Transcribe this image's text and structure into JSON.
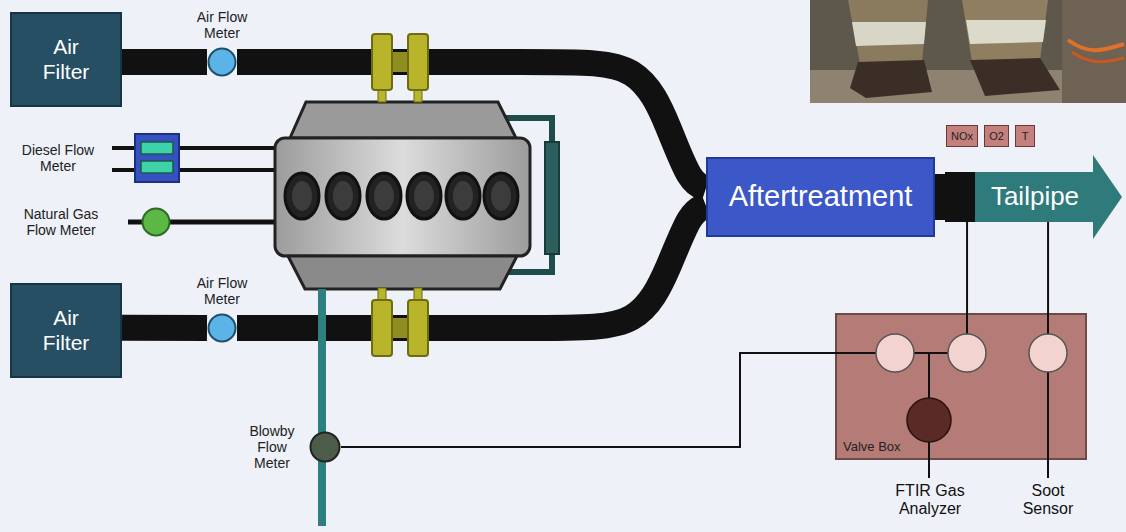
{
  "diagram": {
    "nodes": [
      {
        "text": [
          "Air Filter"
        ]
      },
      {
        "text": [
          "Air Flow Meter"
        ]
      },
      {
        "text": [
          "Diesel Flow Meter"
        ]
      },
      {
        "text": [
          "Natural Gas Flow Meter"
        ]
      },
      {
        "text": [
          "Air Filter"
        ]
      },
      {
        "text": [
          "Air Flow Meter"
        ]
      },
      {
        "text": [
          "Blowby Flow Meter"
        ]
      },
      {
        "text": [
          "Aftertreatment"
        ]
      },
      {
        "text": [
          "Tailpipe"
        ]
      },
      {
        "text": [
          "NOx"
        ]
      },
      {
        "text": [
          "O2"
        ]
      },
      {
        "text": [
          "T"
        ]
      },
      {
        "text": [
          "Valve Box"
        ]
      }
    ],
    "edges": [
      {
        "from": 0,
        "to": 1,
        "arrow": "none"
      },
      {
        "from": 1,
        "to": 7,
        "arrow": "none"
      },
      {
        "from": 4,
        "to": 5,
        "arrow": "none"
      },
      {
        "from": 5,
        "to": 7,
        "arrow": "none"
      },
      {
        "from": 7,
        "to": 8,
        "arrow": "none"
      },
      {
        "from": 6,
        "to": 12,
        "arrow": "none"
      },
      {
        "from": 8,
        "to": 12,
        "arrow": "none"
      },
      {
        "from": 8,
        "to": 12,
        "arrow": "none"
      }
    ],
    "labels": [
      "FTIR Gas Analyzer",
      "Soot Sensor"
    ]
  }
}
